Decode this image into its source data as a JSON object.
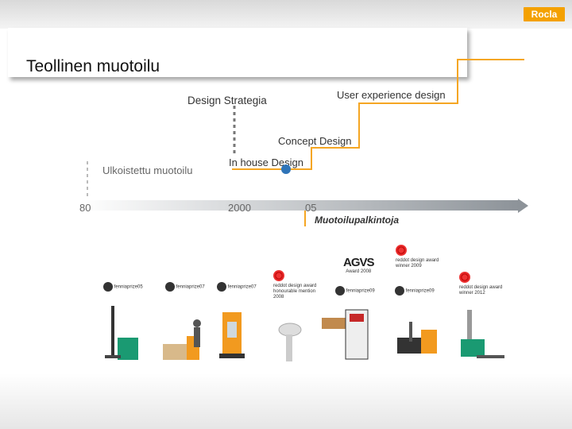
{
  "header": {
    "logo_text": "Rocla"
  },
  "slide": {
    "title": "Teollinen muotoilu"
  },
  "labels": {
    "design_strategy": "Design Strategia",
    "user_experience": "User experience design",
    "concept_design": "Concept Design",
    "in_house_design": "In house Design",
    "outsourced_design": "Ulkoistettu muotoilu"
  },
  "timeline": {
    "ticks": [
      "80",
      "2000",
      "05"
    ],
    "awards_label": "Muotoilupalkintoja"
  },
  "awards": {
    "agvs_text": "AGVS",
    "agvs_sub": "Award 2008",
    "reddot": "reddot design award",
    "reddot_sub_1": "winner 2009",
    "reddot_sub_2": "honourable mention 2008",
    "reddot_sub_3": "winner 2012",
    "fennia": "fenniaprize",
    "years": [
      "05",
      "07",
      "07",
      "09",
      "09"
    ]
  },
  "colors": {
    "accent": "#f4a100",
    "step_line": "#f5a623",
    "dashed_grey": "#777777",
    "marker": "#2f74b8",
    "axis": "#8d9399"
  }
}
